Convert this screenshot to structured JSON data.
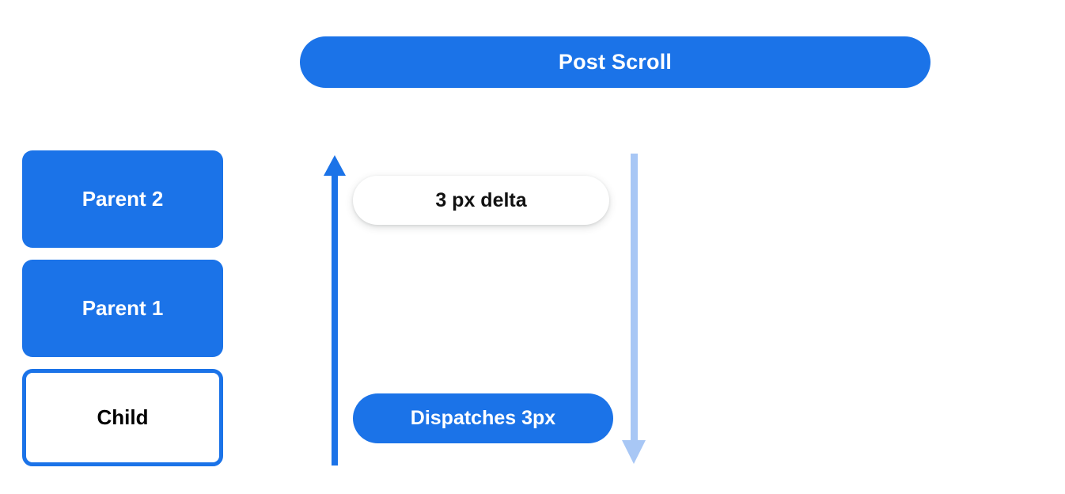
{
  "diagram": {
    "title": "Post Scroll",
    "background_color": "#ffffff",
    "accent_color": "#1b73e8",
    "muted_accent_color": "#a8c7f5",
    "boxes": [
      {
        "label": "Parent 2",
        "style": "filled"
      },
      {
        "label": "Parent 1",
        "style": "filled"
      },
      {
        "label": "Child",
        "style": "outlined"
      }
    ],
    "pills": [
      {
        "label": "3 px delta",
        "style": "white-shadow"
      },
      {
        "label": "Dispatches 3px",
        "style": "blue"
      }
    ],
    "arrows": [
      {
        "name": "scroll-up-arrow",
        "direction": "up",
        "color": "#1b73e8"
      },
      {
        "name": "dispatch-down-arrow",
        "direction": "down",
        "color": "#a8c7f5"
      }
    ]
  }
}
